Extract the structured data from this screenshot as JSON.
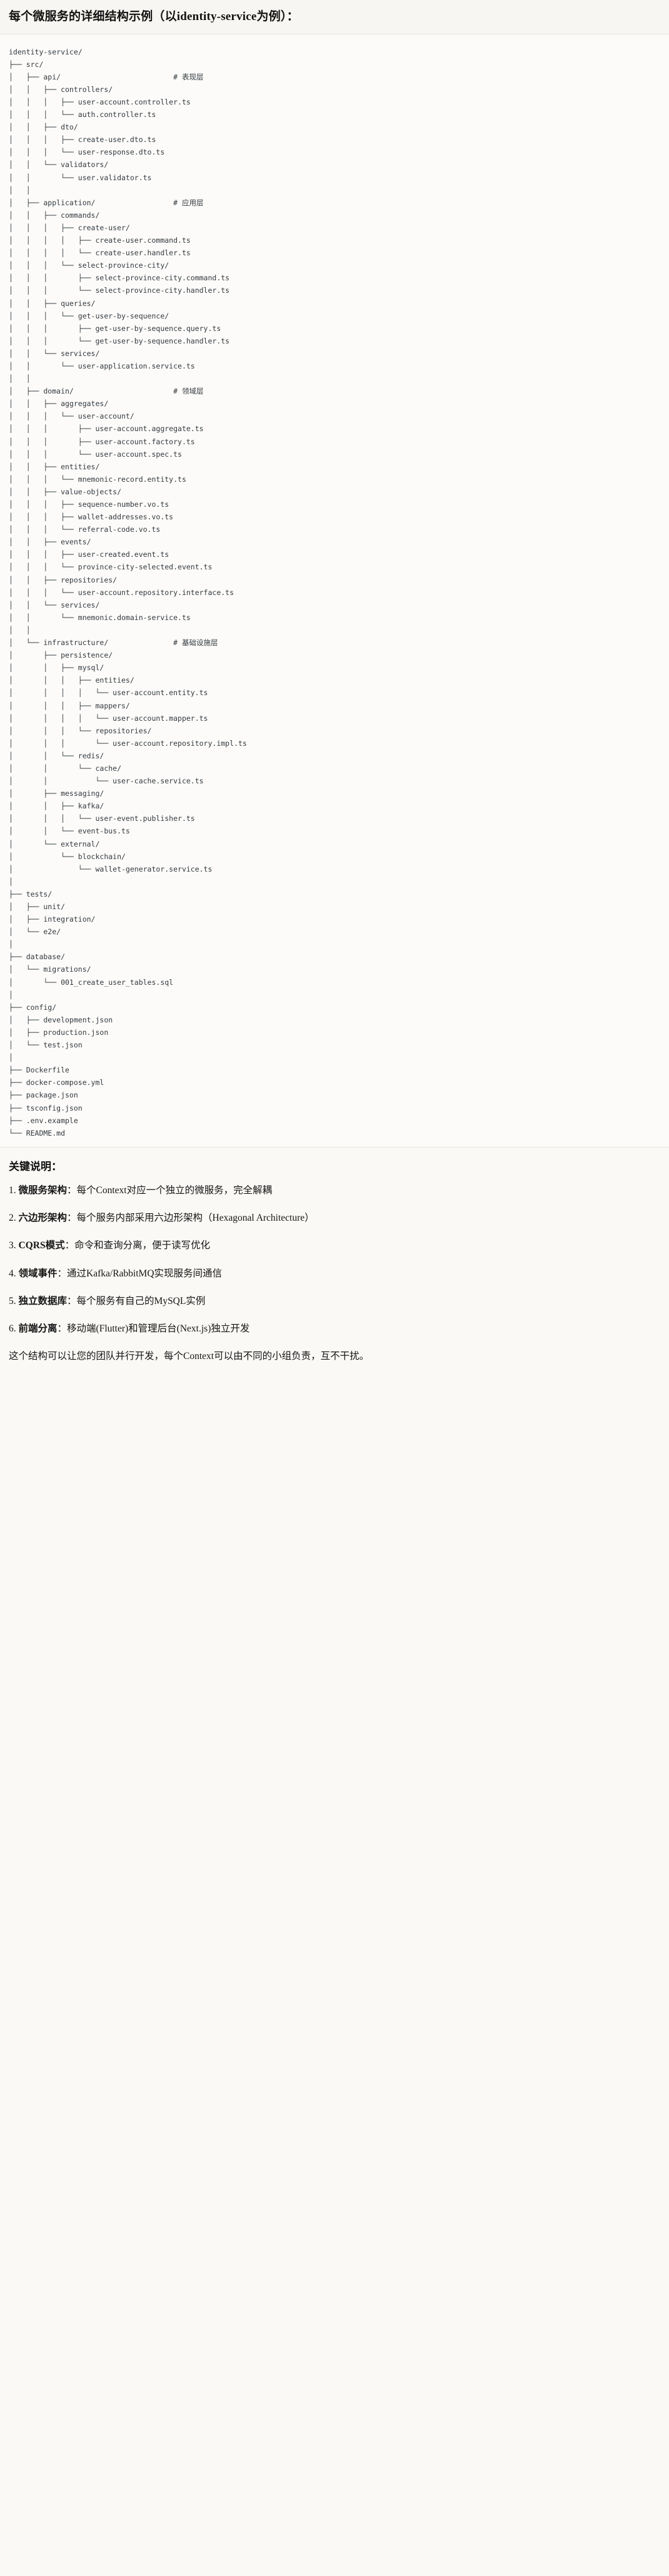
{
  "heading": {
    "title": "每个微服务的详细结构示例（以identity-service为例）："
  },
  "tree": {
    "root_label": "identity-service/",
    "text": "identity-service/\n├── src/\n│   ├── api/                          # 表现层\n│   │   ├── controllers/\n│   │   │   ├── user-account.controller.ts\n│   │   │   └── auth.controller.ts\n│   │   ├── dto/\n│   │   │   ├── create-user.dto.ts\n│   │   │   └── user-response.dto.ts\n│   │   └── validators/\n│   │       └── user.validator.ts\n│   │\n│   ├── application/                  # 应用层\n│   │   ├── commands/\n│   │   │   ├── create-user/\n│   │   │   │   ├── create-user.command.ts\n│   │   │   │   └── create-user.handler.ts\n│   │   │   └── select-province-city/\n│   │   │       ├── select-province-city.command.ts\n│   │   │       └── select-province-city.handler.ts\n│   │   ├── queries/\n│   │   │   └── get-user-by-sequence/\n│   │   │       ├── get-user-by-sequence.query.ts\n│   │   │       └── get-user-by-sequence.handler.ts\n│   │   └── services/\n│   │       └── user-application.service.ts\n│   │\n│   ├── domain/                       # 领域层\n│   │   ├── aggregates/\n│   │   │   └── user-account/\n│   │   │       ├── user-account.aggregate.ts\n│   │   │       ├── user-account.factory.ts\n│   │   │       └── user-account.spec.ts\n│   │   ├── entities/\n│   │   │   └── mnemonic-record.entity.ts\n│   │   ├── value-objects/\n│   │   │   ├── sequence-number.vo.ts\n│   │   │   ├── wallet-addresses.vo.ts\n│   │   │   └── referral-code.vo.ts\n│   │   ├── events/\n│   │   │   ├── user-created.event.ts\n│   │   │   └── province-city-selected.event.ts\n│   │   ├── repositories/\n│   │   │   └── user-account.repository.interface.ts\n│   │   └── services/\n│   │       └── mnemonic.domain-service.ts\n│   │\n│   └── infrastructure/               # 基础设施层\n│       ├── persistence/\n│       │   ├── mysql/\n│       │   │   ├── entities/\n│       │   │   │   └── user-account.entity.ts\n│       │   │   ├── mappers/\n│       │   │   │   └── user-account.mapper.ts\n│       │   │   └── repositories/\n│       │   │       └── user-account.repository.impl.ts\n│       │   └── redis/\n│       │       └── cache/\n│       │           └── user-cache.service.ts\n│       ├── messaging/\n│       │   ├── kafka/\n│       │   │   └── user-event.publisher.ts\n│       │   └── event-bus.ts\n│       └── external/\n│           └── blockchain/\n│               └── wallet-generator.service.ts\n│\n├── tests/\n│   ├── unit/\n│   ├── integration/\n│   └── e2e/\n│\n├── database/\n│   └── migrations/\n│       └── 001_create_user_tables.sql\n│\n├── config/\n│   ├── development.json\n│   ├── production.json\n│   └── test.json\n│\n├── Dockerfile\n├── docker-compose.yml\n├── package.json\n├── tsconfig.json\n├── .env.example\n└── README.md",
    "layer_comments": [
      {
        "path": "api/",
        "comment": "# 表现层"
      },
      {
        "path": "application/",
        "comment": "# 应用层"
      },
      {
        "path": "domain/",
        "comment": "# 领域层"
      },
      {
        "path": "infrastructure/",
        "comment": "# 基础设施层"
      }
    ]
  },
  "notes": {
    "title": "关键说明：",
    "items": [
      {
        "term": "微服务架构",
        "sep": "：",
        "desc": "每个Context对应一个独立的微服务，完全解耦"
      },
      {
        "term": "六边形架构",
        "sep": "：",
        "desc": "每个服务内部采用六边形架构（Hexagonal Architecture）"
      },
      {
        "term": "CQRS模式",
        "sep": "：",
        "desc": "命令和查询分离，便于读写优化"
      },
      {
        "term": "领域事件",
        "sep": "：",
        "desc": "通过Kafka/RabbitMQ实现服务间通信"
      },
      {
        "term": "独立数据库",
        "sep": "：",
        "desc": "每个服务有自己的MySQL实例"
      },
      {
        "term": "前端分离",
        "sep": "：",
        "desc": "移动端(Flutter)和管理后台(Next.js)独立开发"
      }
    ],
    "closing": "这个结构可以让您的团队并行开发，每个Context可以由不同的小组负责，互不干扰。"
  },
  "colors": {
    "page_bg": "#faf9f6",
    "tree_bg": "#fcfbf9",
    "heading_bg": "#f7f6f2",
    "text": "#1a1a1a",
    "code_text": "#33393f",
    "divider": "#e3e1dc"
  }
}
